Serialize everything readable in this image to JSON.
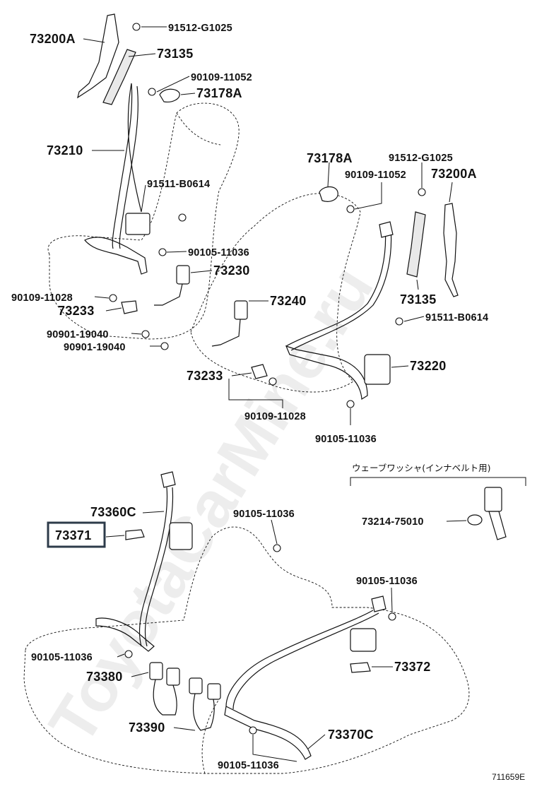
{
  "watermark": "ToyotaCarMine.ru",
  "figure_id": "711659E",
  "inset_title": "ウェーブワッシャ(インナベルト用)",
  "labels": {
    "l73200A_a": "73200A",
    "l91512_a": "91512-G1025",
    "l73135_a": "73135",
    "l90109_11052_a": "90109-11052",
    "l73178A_a": "73178A",
    "l73210": "73210",
    "l91511_a": "91511-B0614",
    "l90105_11036_a": "90105-11036",
    "l73230": "73230",
    "l90109_11028_a": "90109-11028",
    "l73233_a": "73233",
    "l90901_a": "90901-19040",
    "l90901_b": "90901-19040",
    "l73240": "73240",
    "l73178A_b": "73178A",
    "l91512_b": "91512-G1025",
    "l90109_11052_b": "90109-11052",
    "l73200A_b": "73200A",
    "l73135_b": "73135",
    "l91511_b": "91511-B0614",
    "l73220": "73220",
    "l73233_b": "73233",
    "l90109_11028_b": "90109-11028",
    "l90105_11036_b": "90105-11036",
    "l73360C": "73360C",
    "l90105_11036_c": "90105-11036",
    "l73371": "73371",
    "l73214": "73214-75010",
    "l90105_11036_d": "90105-11036",
    "l90105_11036_e": "90105-11036",
    "l73372": "73372",
    "l73380": "73380",
    "l73390": "73390",
    "l73370C": "73370C",
    "l90105_11036_f": "90105-11036"
  }
}
